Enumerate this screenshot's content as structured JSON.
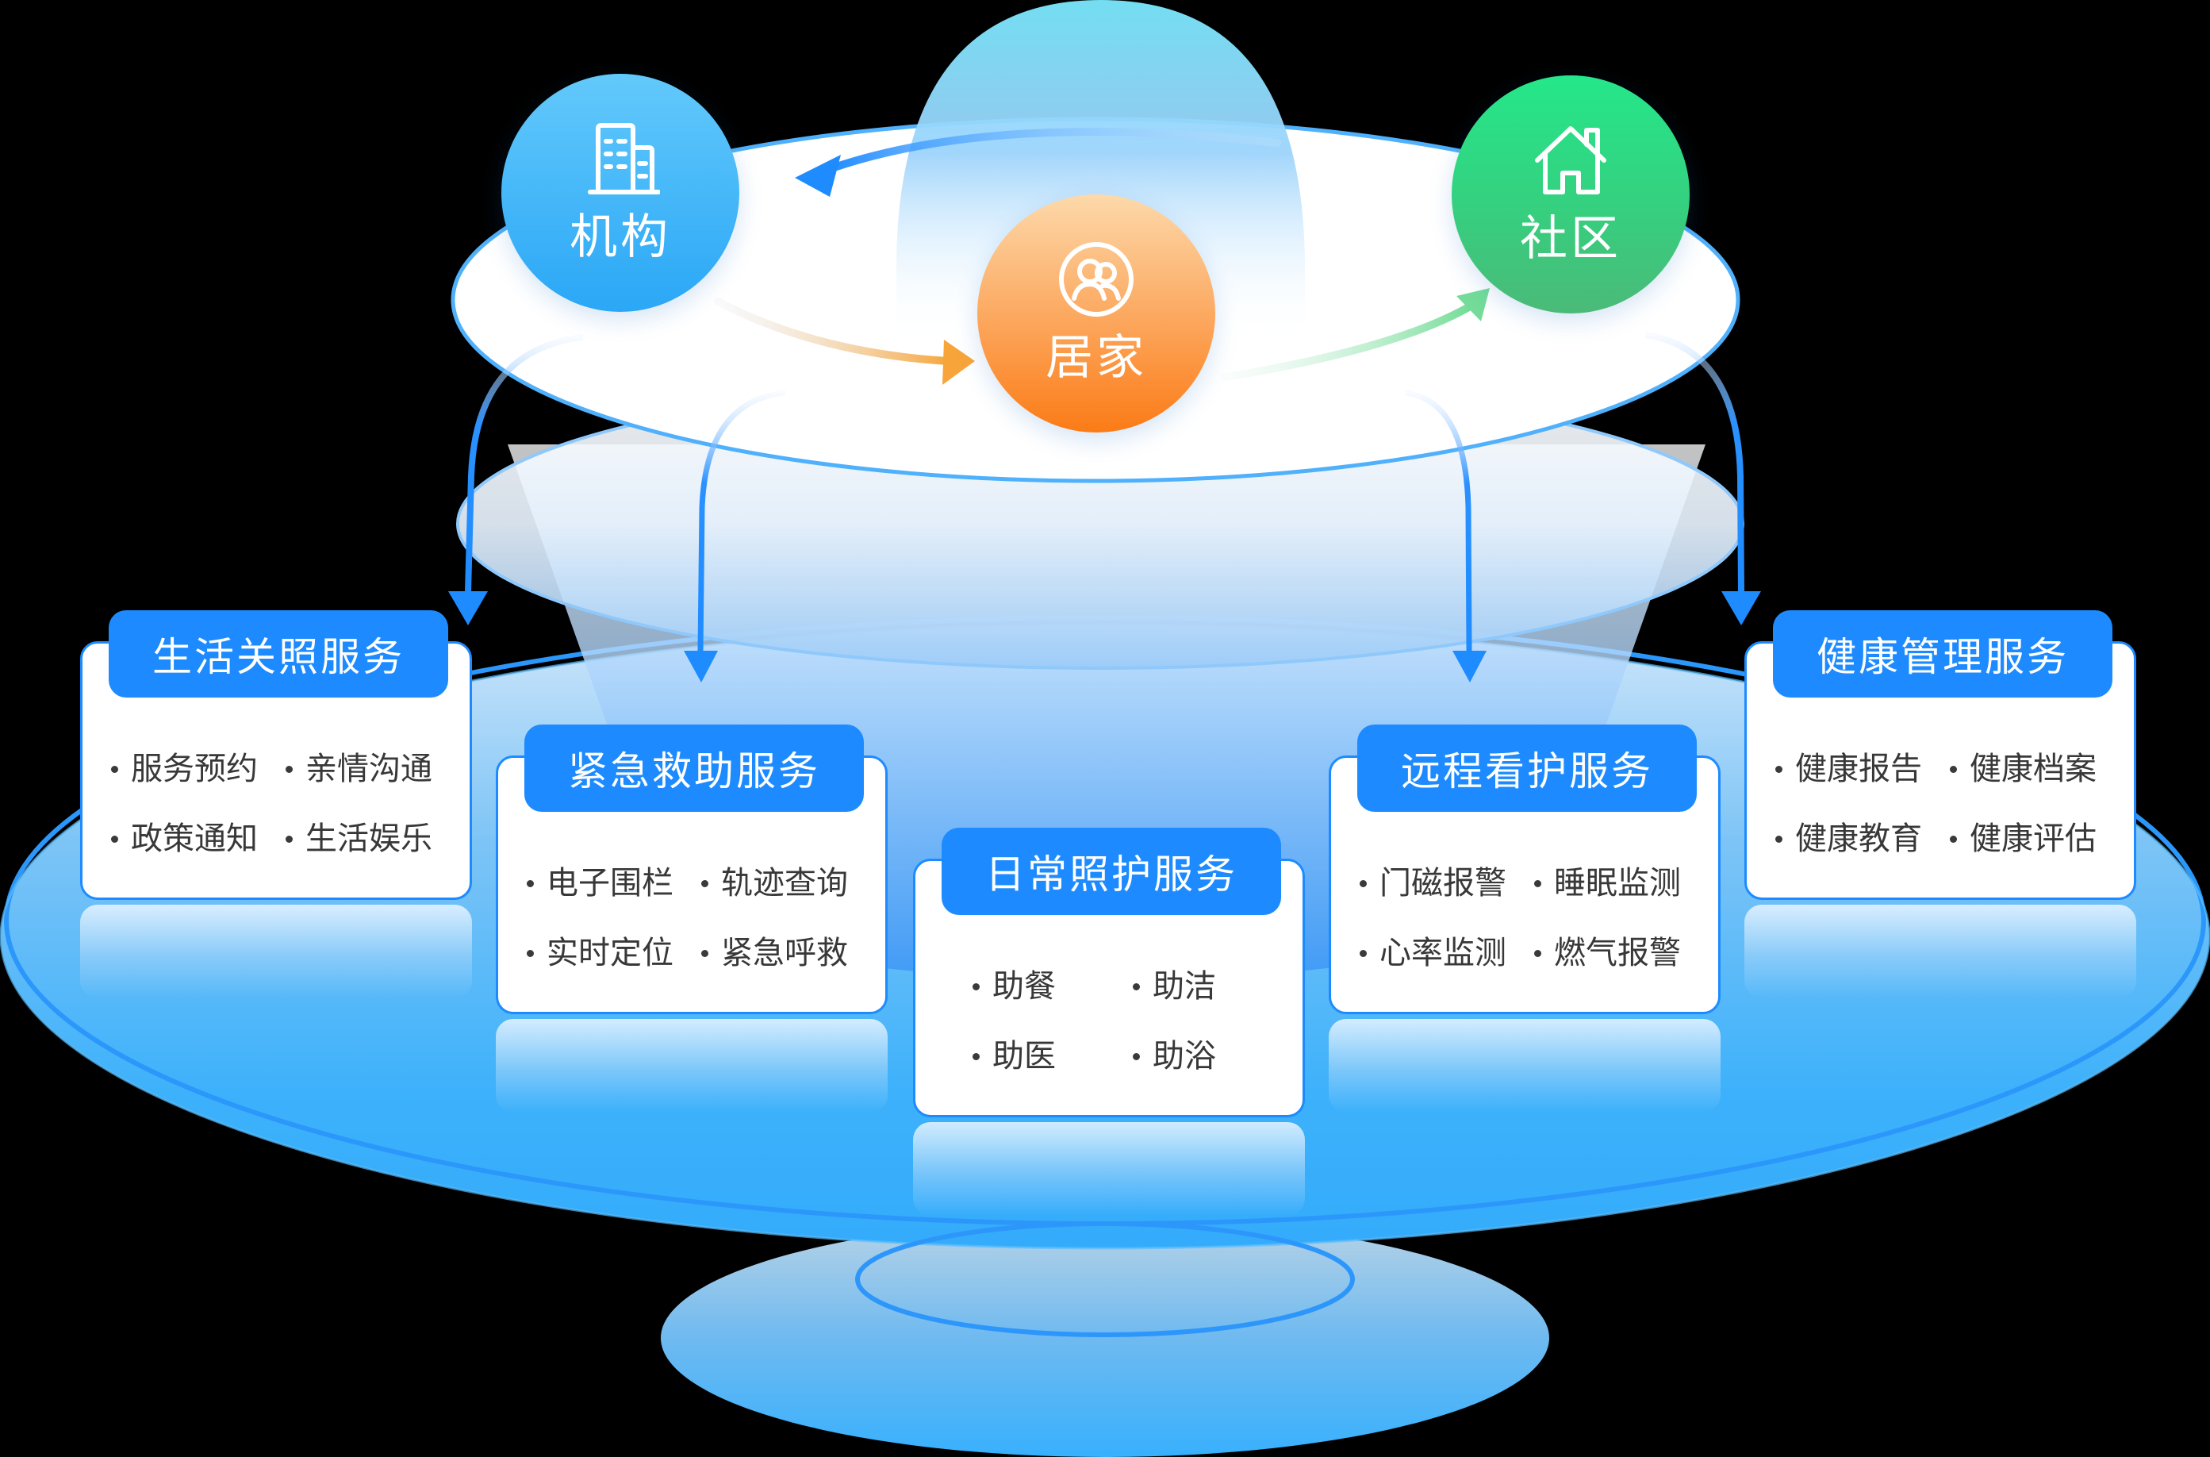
{
  "hubs": [
    {
      "label": "机构",
      "icon": "building-icon",
      "color_top": "#63c9fb",
      "color_bottom": "#2aa7f6"
    },
    {
      "label": "居家",
      "icon": "family-users-icon",
      "color_top": "#fdd9ab",
      "color_bottom": "#fb7b16"
    },
    {
      "label": "社区",
      "icon": "house-icon",
      "color_top": "#25e78a",
      "color_bottom": "#4bba78"
    }
  ],
  "flow_arrows": [
    {
      "from": "社区",
      "to": "机构",
      "color": "#1e8bff"
    },
    {
      "from": "机构",
      "to": "居家",
      "color": "#f5a23c"
    },
    {
      "from": "居家",
      "to": "社区",
      "color": "#6fd99a"
    }
  ],
  "cards": [
    {
      "title": "生活关照服务",
      "items": [
        "服务预约",
        "亲情沟通",
        "政策通知",
        "生活娱乐"
      ]
    },
    {
      "title": "紧急救助服务",
      "items": [
        "电子围栏",
        "轨迹查询",
        "实时定位",
        "紧急呼救"
      ]
    },
    {
      "title": "日常照护服务",
      "items": [
        "助餐",
        "助洁",
        "助医",
        "助浴"
      ]
    },
    {
      "title": "远程看护服务",
      "items": [
        "门磁报警",
        "睡眠监测",
        "心率监测",
        "燃气报警"
      ]
    },
    {
      "title": "健康管理服务",
      "items": [
        "健康报告",
        "健康档案",
        "健康教育",
        "健康评估"
      ]
    }
  ],
  "colors": {
    "accent_blue": "#1d8bff",
    "base_blue": "#3ab0fb",
    "text_dark": "#383838",
    "white": "#ffffff"
  }
}
